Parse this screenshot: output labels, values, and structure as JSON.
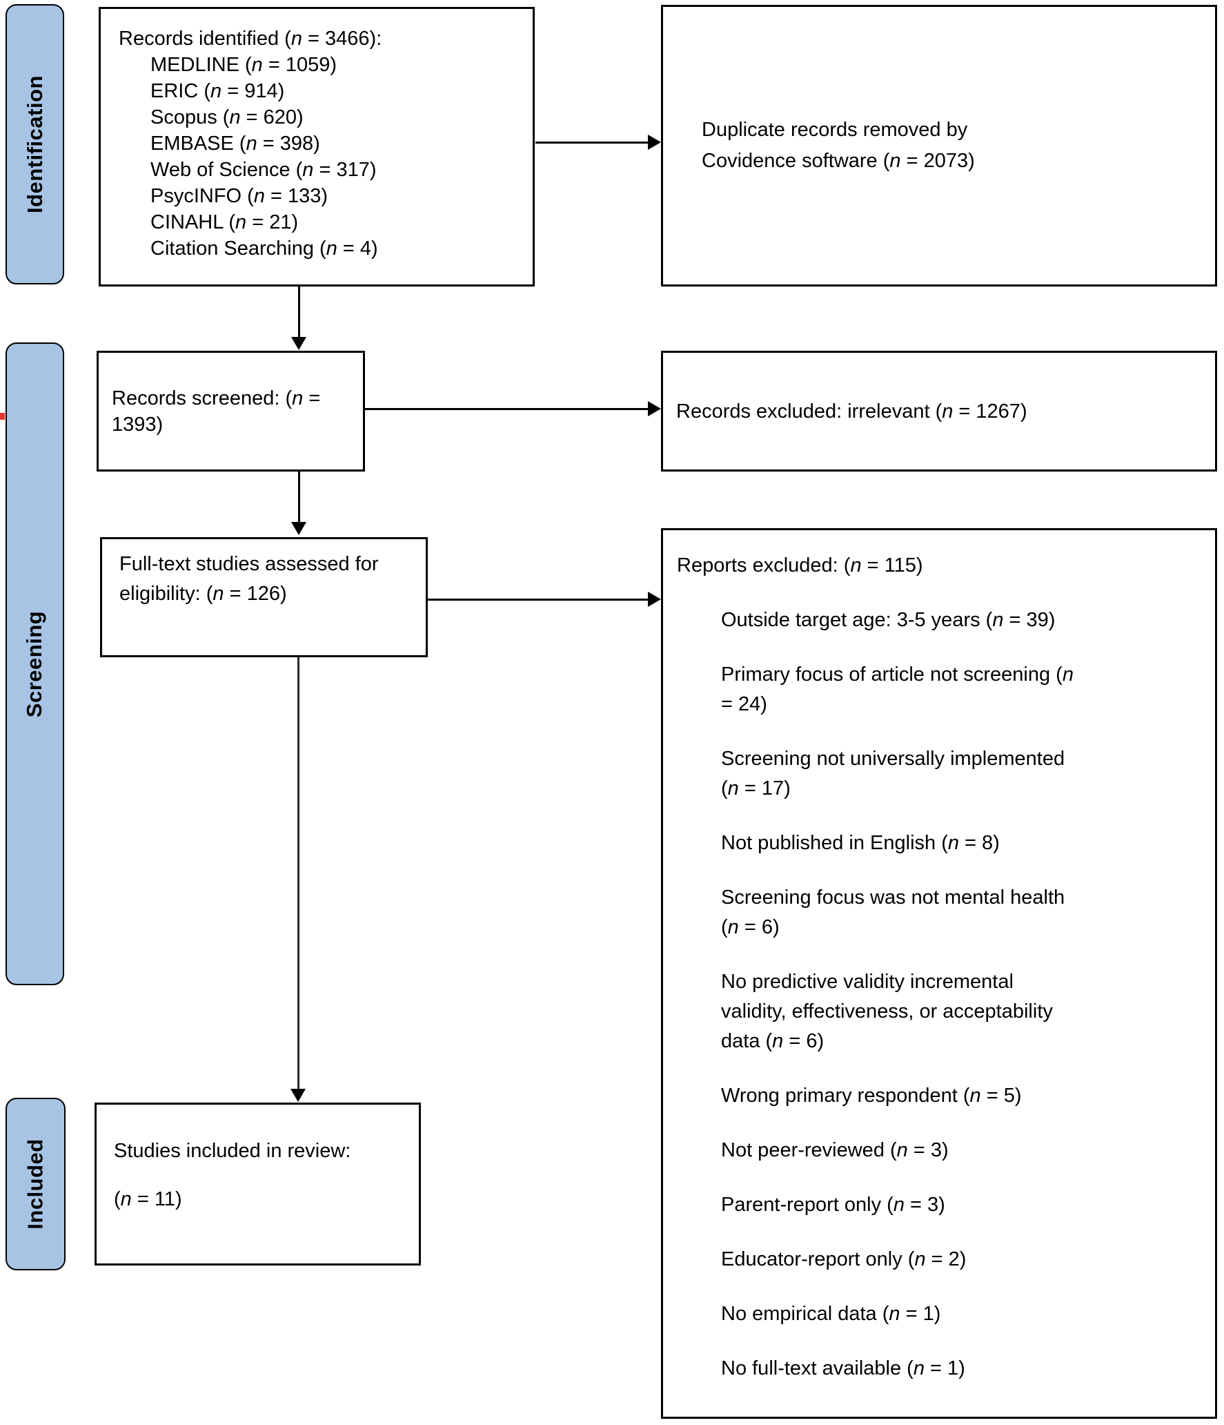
{
  "diagram": {
    "stage_labels": {
      "identification": "Identification",
      "screening": "Screening",
      "included": "Included"
    },
    "colors": {
      "stage_fill": "#a7c4e5",
      "stage_border": "#000000",
      "box_border": "#000000",
      "arrow": "#000000",
      "artifact_red": "#e5342e"
    },
    "boxes": {
      "records_identified": {
        "title": "Records identified (n = 3466):",
        "sources": [
          "MEDLINE (n = 1059)",
          "ERIC (n = 914)",
          "Scopus (n = 620)",
          "EMBASE (n = 398)",
          "Web of Science (n = 317)",
          "PsycINFO (n = 133)",
          "CINAHL (n = 21)",
          "Citation Searching (n = 4)"
        ]
      },
      "duplicates_removed": {
        "text": "Duplicate records removed by\nCovidence software (n = 2073)"
      },
      "records_screened": {
        "text": "Records screened: (n = 1393)"
      },
      "records_excluded": {
        "text": "Records excluded: irrelevant (n = 1267)"
      },
      "fulltext_assessed": {
        "text": "Full-text studies assessed for\neligibility: (n = 126)"
      },
      "reports_excluded": {
        "title": "Reports excluded: (n = 115)",
        "reasons": [
          "Outside target age: 3-5 years (n = 39)",
          "Primary focus of article not screening (n\n= 24)",
          "Screening not universally implemented\n(n = 17)",
          "Not published in English (n = 8)",
          "Screening focus was not mental health\n(n = 6)",
          "No predictive validity incremental\nvalidity, effectiveness, or acceptability\ndata (n = 6)",
          "Wrong primary respondent (n = 5)",
          "Not peer-reviewed (n = 3)",
          "Parent-report only (n = 3)",
          "Educator-report only (n = 2)",
          "No empirical data (n = 1)",
          "No full-text available (n = 1)"
        ]
      },
      "studies_included": {
        "title": "Studies included in review:",
        "count": "(n = 11)"
      }
    }
  }
}
